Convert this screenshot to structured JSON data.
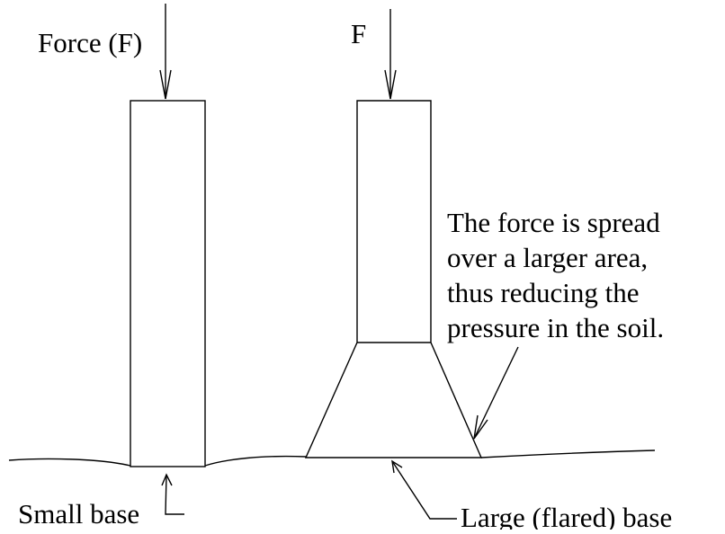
{
  "labels": {
    "force_left": "Force (F)",
    "force_right": "F",
    "small_base": "Small base",
    "large_base": "Large (flared) base",
    "note_line1": "The force is spread",
    "note_line2": "over a larger area,",
    "note_line3": "thus reducing the",
    "note_line4": "pressure in the soil."
  }
}
